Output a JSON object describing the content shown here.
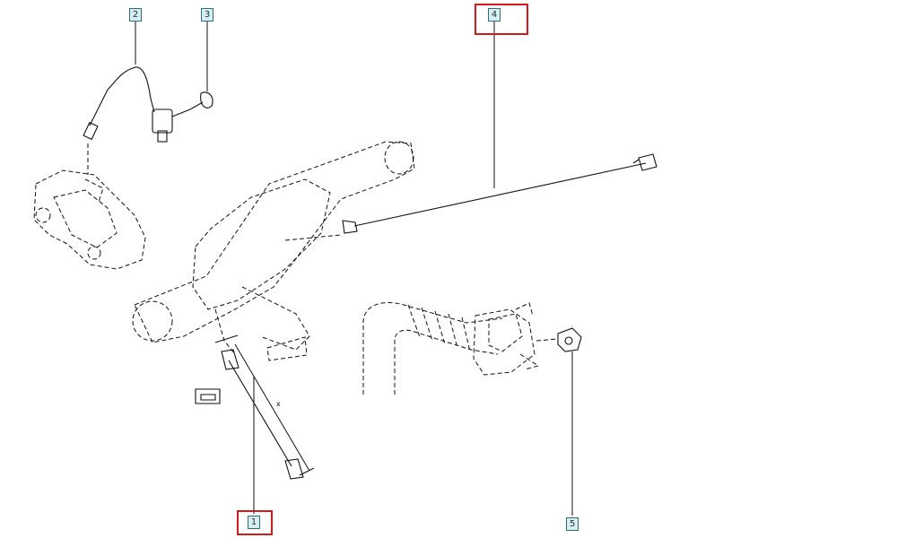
{
  "callouts": [
    {
      "id": "1",
      "label": "1",
      "highlighted": true
    },
    {
      "id": "2",
      "label": "2",
      "highlighted": false
    },
    {
      "id": "3",
      "label": "3",
      "highlighted": false
    },
    {
      "id": "4",
      "label": "4",
      "highlighted": true
    },
    {
      "id": "5",
      "label": "5",
      "highlighted": false
    }
  ],
  "dimension_label": "x",
  "colors": {
    "highlight": "#d11a1a",
    "callout_border": "#2a6f7a",
    "callout_fill": "#d9ecef",
    "line": "#111111"
  }
}
